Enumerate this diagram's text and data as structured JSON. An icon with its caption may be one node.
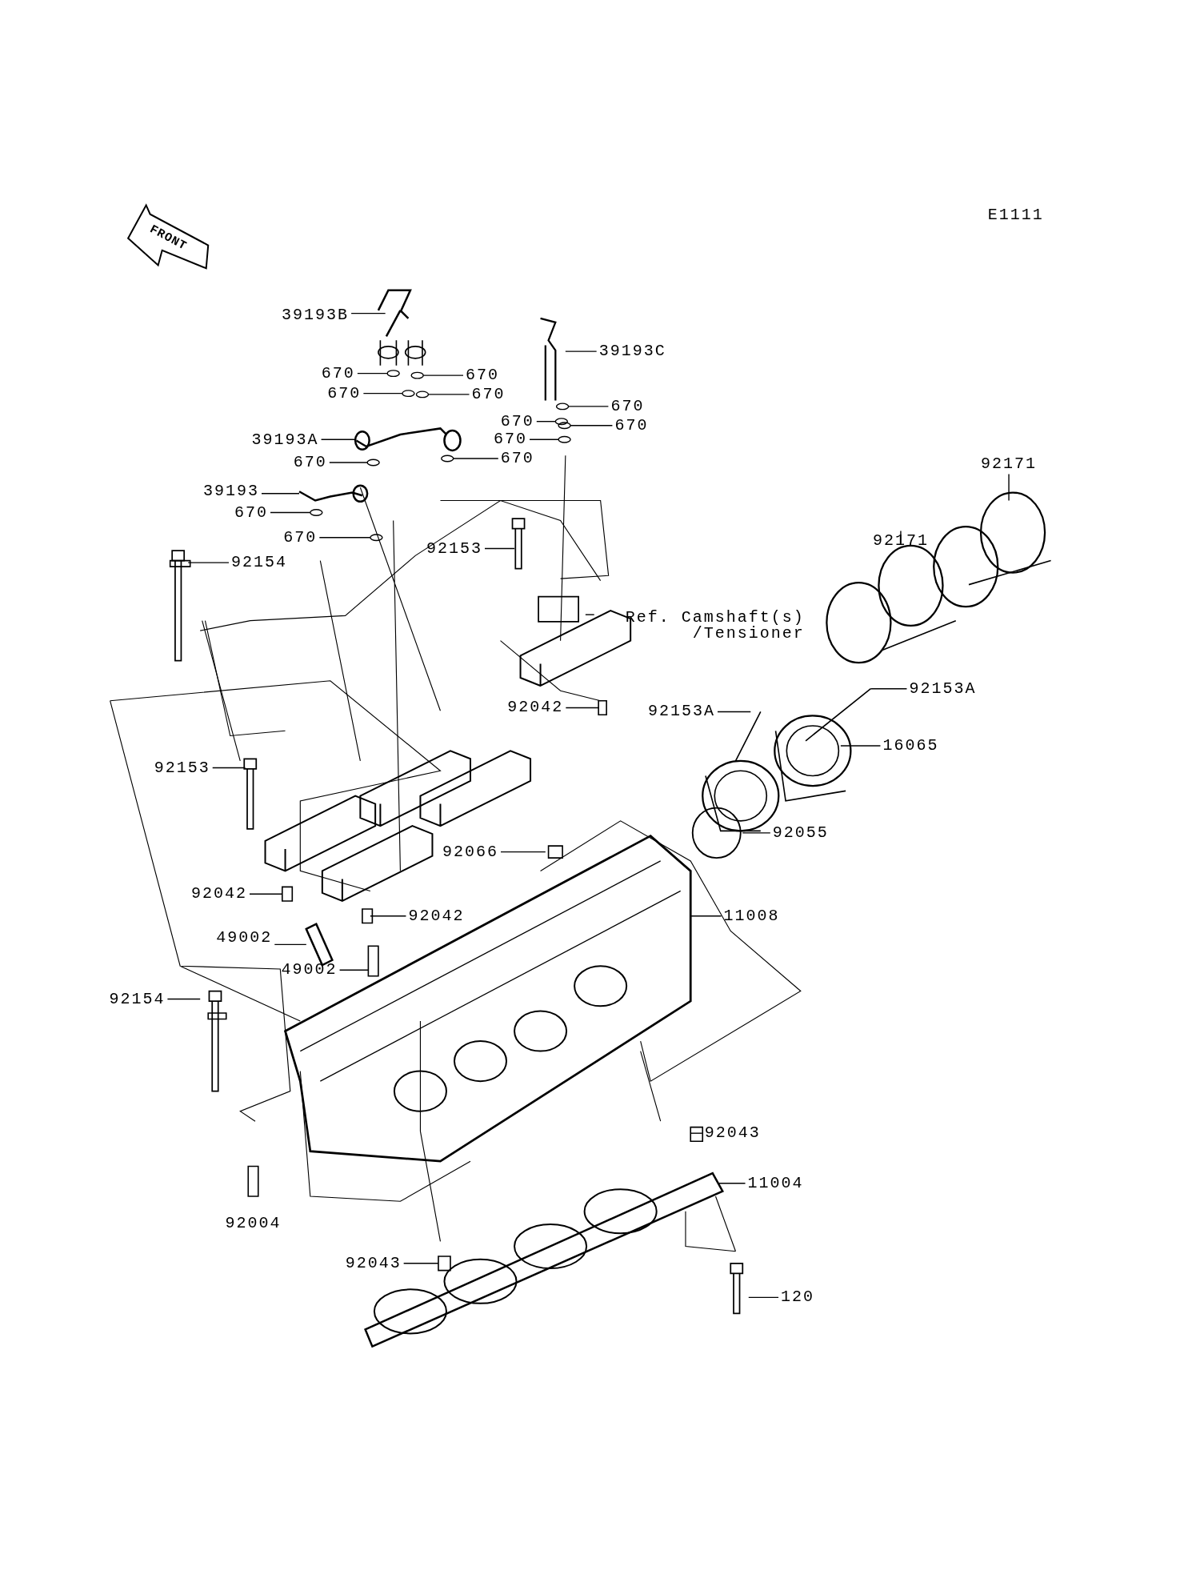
{
  "diagram": {
    "nodes": [
      {
        "text": [
          "39193B"
        ]
      },
      {
        "text": [
          "39193C"
        ]
      },
      {
        "text": [
          "670"
        ]
      },
      {
        "text": [
          "670"
        ]
      },
      {
        "text": [
          "670"
        ]
      },
      {
        "text": [
          "670"
        ]
      },
      {
        "text": [
          "670"
        ]
      },
      {
        "text": [
          "670"
        ]
      },
      {
        "text": [
          "670"
        ]
      },
      {
        "text": [
          "39193A"
        ]
      },
      {
        "text": [
          "670"
        ]
      },
      {
        "text": [
          "670"
        ]
      },
      {
        "text": [
          "670"
        ]
      },
      {
        "text": [
          "39193"
        ]
      },
      {
        "text": [
          "670"
        ]
      },
      {
        "text": [
          "670"
        ]
      },
      {
        "text": [
          "92153"
        ]
      },
      {
        "text": [
          "92154"
        ]
      },
      {
        "text": [
          "Ref. Camshaft(s) /Tensioner"
        ]
      },
      {
        "text": [
          "92153A"
        ]
      },
      {
        "text": [
          "92153A"
        ]
      },
      {
        "text": [
          "92042"
        ]
      },
      {
        "text": [
          "16065"
        ]
      },
      {
        "text": [
          "92153"
        ]
      },
      {
        "text": [
          "92055"
        ]
      },
      {
        "text": [
          "92066"
        ]
      },
      {
        "text": [
          "92042"
        ]
      },
      {
        "text": [
          "92042"
        ]
      },
      {
        "text": [
          "11008"
        ]
      },
      {
        "text": [
          "49002"
        ]
      },
      {
        "text": [
          "49002"
        ]
      },
      {
        "text": [
          "92154"
        ]
      },
      {
        "text": [
          "92043"
        ]
      },
      {
        "text": [
          "11004"
        ]
      },
      {
        "text": [
          "92043"
        ]
      },
      {
        "text": [
          "120"
        ]
      },
      {
        "text": [
          "92171"
        ]
      },
      {
        "text": [
          "92171"
        ]
      },
      {
        "text": [],
        "shape": "circle"
      },
      {
        "text": [],
        "shape": "circle"
      },
      {
        "text": [],
        "shape": "circle"
      },
      {
        "text": [],
        "shape": "circle"
      },
      {
        "text": [],
        "shape": "circle"
      },
      {
        "text": [],
        "shape": "circle"
      },
      {
        "text": [],
        "shape": "circle"
      },
      {
        "text": [],
        "shape": "picture"
      },
      {
        "text": [],
        "shape": "circle"
      },
      {
        "text": [],
        "shape": "circle"
      },
      {
        "text": [],
        "shape": "circle"
      },
      {
        "text": [],
        "shape": "picture"
      },
      {
        "text": [],
        "shape": "circle"
      },
      {
        "text": [],
        "shape": "circle"
      },
      {
        "text": [],
        "shape": "picture"
      }
    ],
    "edges": [
      {
        "from": 0,
        "to": null,
        "arrow": "none"
      },
      {
        "from": 1,
        "to": null,
        "arrow": "none"
      },
      {
        "from": 2,
        "to": 38,
        "arrow": "none"
      },
      {
        "from": 3,
        "to": 39,
        "arrow": "none"
      },
      {
        "from": 4,
        "to": 40,
        "arrow": "none"
      },
      {
        "from": 5,
        "to": 41,
        "arrow": "none"
      },
      {
        "from": 6,
        "to": 42,
        "arrow": "none"
      },
      {
        "from": 7,
        "to": 43,
        "arrow": "none"
      },
      {
        "from": 8,
        "to": 44,
        "arrow": "none"
      },
      {
        "from": 9,
        "to": 45,
        "arrow": "none"
      },
      {
        "from": 10,
        "to": 46,
        "arrow": "none"
      },
      {
        "from": 11,
        "to": 47,
        "arrow": "none"
      },
      {
        "from": 12,
        "to": 48,
        "arrow": "none"
      },
      {
        "from": 13,
        "to": 49,
        "arrow": "none"
      },
      {
        "from": 14,
        "to": 50,
        "arrow": "none"
      },
      {
        "from": 15,
        "to": 51,
        "arrow": "none"
      },
      {
        "from": 16,
        "to": null,
        "arrow": "none"
      },
      {
        "from": 17,
        "to": null,
        "arrow": "none"
      },
      {
        "from": 18,
        "to": null,
        "arrow": "none"
      },
      {
        "from": 19,
        "to": null,
        "arrow": "none"
      },
      {
        "from": 20,
        "to": null,
        "arrow": "none"
      },
      {
        "from": 21,
        "to": null,
        "arrow": "none"
      },
      {
        "from": 22,
        "to": null,
        "arrow": "none"
      },
      {
        "from": 23,
        "to": null,
        "arrow": "none"
      },
      {
        "from": 24,
        "to": null,
        "arrow": "none"
      },
      {
        "from": 25,
        "to": null,
        "arrow": "none"
      },
      {
        "from": 26,
        "to": null,
        "arrow": "none"
      },
      {
        "from": 27,
        "to": null,
        "arrow": "none"
      },
      {
        "from": 28,
        "to": null,
        "arrow": "none"
      },
      {
        "from": 29,
        "to": 52,
        "arrow": "none"
      },
      {
        "from": 30,
        "to": null,
        "arrow": "none"
      },
      {
        "from": 31,
        "to": null,
        "arrow": "none"
      },
      {
        "from": 32,
        "to": null,
        "arrow": "none"
      },
      {
        "from": 33,
        "to": null,
        "arrow": "none"
      },
      {
        "from": 34,
        "to": null,
        "arrow": "none"
      },
      {
        "from": 35,
        "to": null,
        "arrow": "none"
      },
      {
        "from": 36,
        "to": null,
        "arrow": "none"
      },
      {
        "from": 37,
        "to": null,
        "arrow": "none"
      }
    ],
    "labels": [
      "E1111",
      "FRONT",
      "92004"
    ]
  }
}
